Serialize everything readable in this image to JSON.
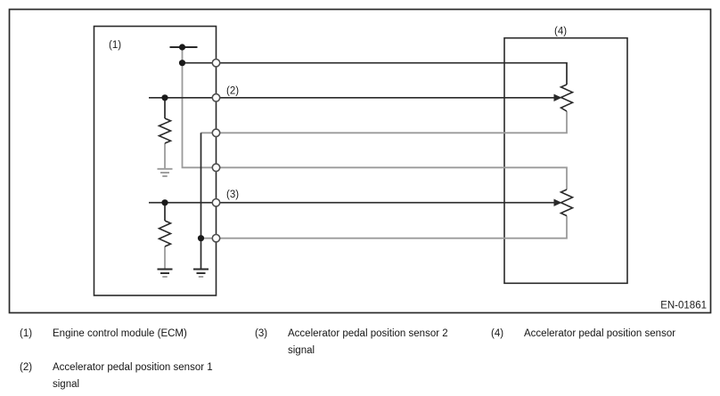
{
  "figure": {
    "code": "EN-01861",
    "labels": {
      "ecm": "(1)",
      "signal1": "(2)",
      "signal2": "(3)",
      "sensor": "(4)"
    },
    "icons": {
      "power_supply": "power-supply-tick",
      "ground": "ground-symbol",
      "resistor": "resistor-zigzag",
      "potentiometer_wiper": "arrow-right"
    },
    "colors": {
      "wire_black": "#2a2a2a",
      "wire_gray": "#9b9b9b",
      "pin_outline": "#4d4d4d",
      "background": "#ffffff"
    }
  },
  "legend": {
    "items": [
      {
        "num": "(1)",
        "text": "Engine control module (ECM)"
      },
      {
        "num": "(2)",
        "text": "Accelerator pedal position sensor 1 signal"
      },
      {
        "num": "(3)",
        "text": "Accelerator pedal position sensor 2 signal"
      },
      {
        "num": "(4)",
        "text": "Accelerator pedal position sensor"
      }
    ]
  }
}
